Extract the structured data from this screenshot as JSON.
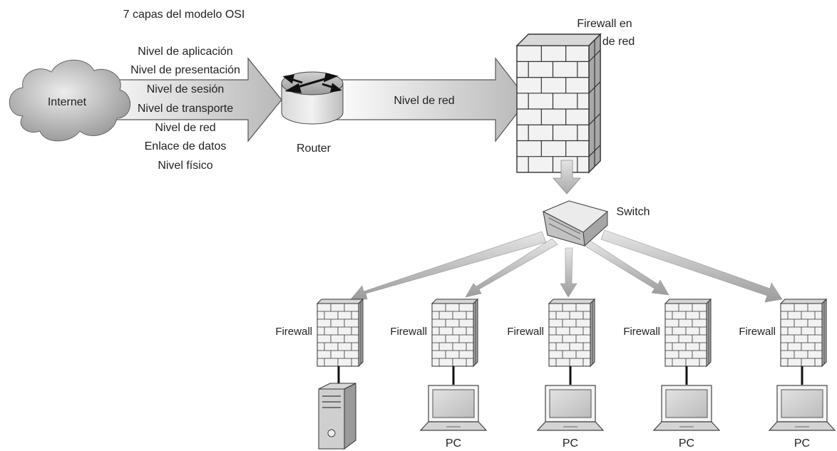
{
  "diagram": {
    "title": "7 capas del modelo OSI",
    "internet_label": "Internet",
    "osi_layers": [
      "Nivel de aplicación",
      "Nivel de presentación",
      "Nivel de sesión",
      "Nivel de transporte",
      "Nivel de red",
      "Enlace de datos",
      "Nivel físico"
    ],
    "router_label": "Router",
    "network_arrow_label": "Nivel de red",
    "main_firewall_label_line1": "Firewall en",
    "main_firewall_label_line2": "capa de red",
    "switch_label": "Switch",
    "endpoints": [
      {
        "firewall_label": "Firewall",
        "device": "server",
        "device_label": ""
      },
      {
        "firewall_label": "Firewall",
        "device": "laptop",
        "device_label": "PC"
      },
      {
        "firewall_label": "Firewall",
        "device": "laptop",
        "device_label": "PC"
      },
      {
        "firewall_label": "Firewall",
        "device": "laptop",
        "device_label": "PC"
      },
      {
        "firewall_label": "Firewall",
        "device": "laptop",
        "device_label": "PC"
      }
    ]
  }
}
